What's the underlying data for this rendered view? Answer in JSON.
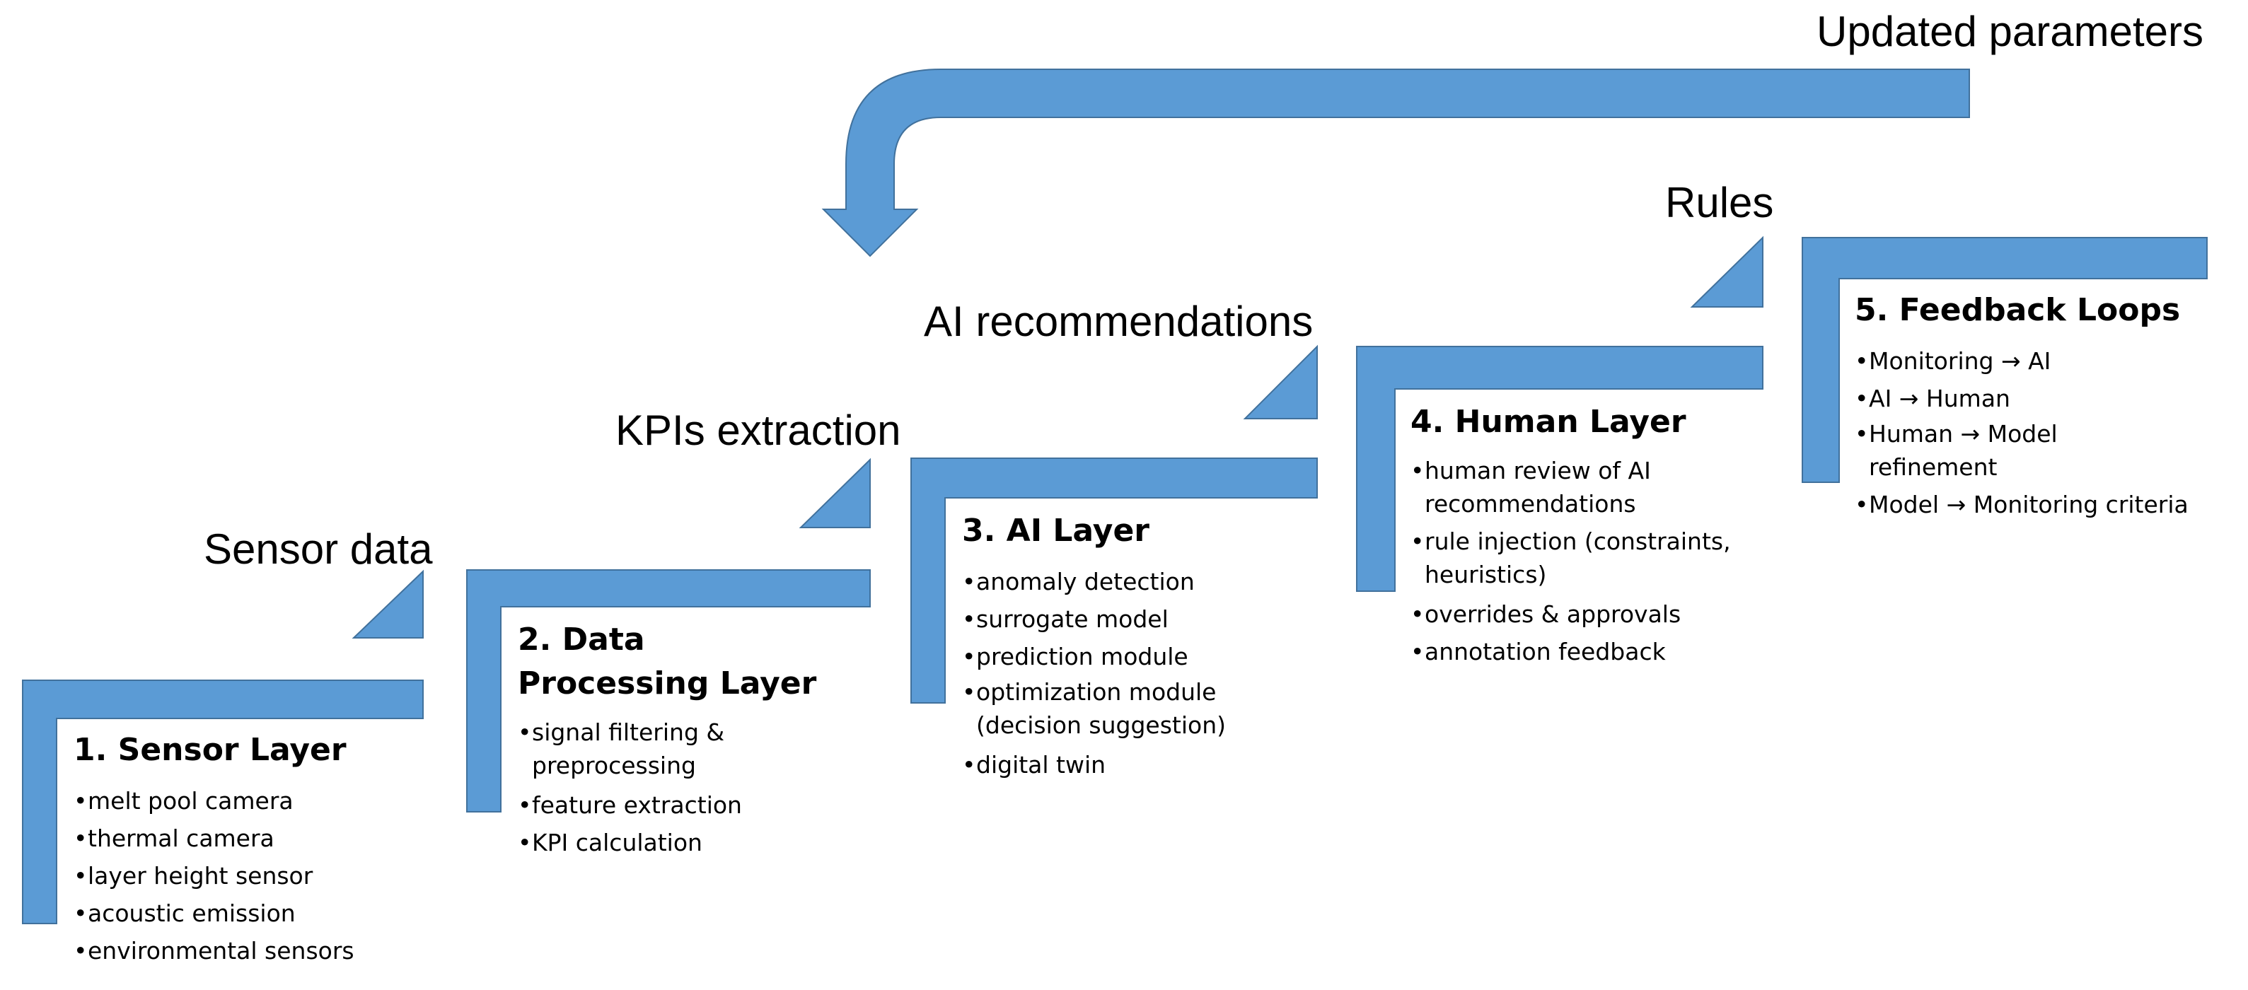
{
  "colors": {
    "shape_fill": "#5b9bd5",
    "shape_stroke": "#41719c",
    "text": "#000000"
  },
  "flow_labels": {
    "sensor_data": "Sensor data",
    "kpis_extraction": "KPIs extraction",
    "ai_recommendations": "AI recommendations",
    "rules": "Rules",
    "updated_parameters": "Updated parameters"
  },
  "layers": [
    {
      "title": "1. Sensor Layer",
      "items": [
        "melt pool camera",
        "thermal camera",
        "layer height sensor",
        "acoustic emission",
        "environmental sensors"
      ]
    },
    {
      "title": "2. Data Processing Layer",
      "items": [
        "signal filtering & preprocessing",
        "feature extraction",
        "KPI calculation"
      ]
    },
    {
      "title": "3. AI Layer",
      "items": [
        "anomaly detection",
        "surrogate model",
        "prediction module",
        "optimization module (decision suggestion)",
        "digital twin"
      ]
    },
    {
      "title": "4. Human Layer",
      "items": [
        "human review of AI recommendations",
        "rule injection (constraints, heuristics)",
        "overrides & approvals",
        "annotation feedback"
      ]
    },
    {
      "title": "5. Feedback Loops",
      "items": [
        "Monitoring → AI",
        "AI → Human",
        "Human → Model refinement",
        "Model → Monitoring criteria"
      ]
    }
  ]
}
